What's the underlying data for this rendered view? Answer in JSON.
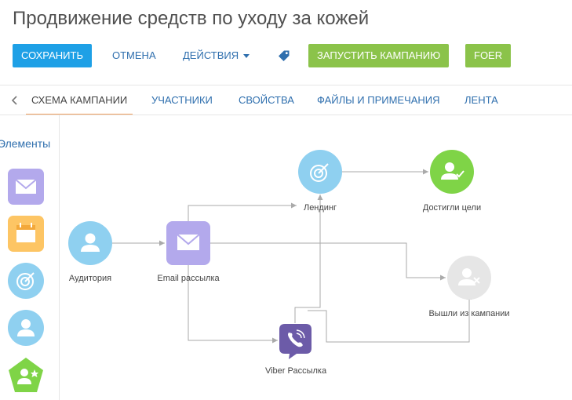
{
  "header": {
    "title": "Продвижение средств по уходу за кожей"
  },
  "toolbar": {
    "save_label": "СОХРАНИТЬ",
    "cancel_label": "ОТМЕНА",
    "actions_label": "ДЕЙСТВИЯ",
    "launch_label": "ЗАПУСТИТЬ КАМПАНИЮ",
    "foer_label": "FOER"
  },
  "tabs": [
    {
      "label": "СХЕМА КАМПАНИИ",
      "active": true
    },
    {
      "label": "УЧАСТНИКИ",
      "active": false
    },
    {
      "label": "СВОЙСТВА",
      "active": false
    },
    {
      "label": "ФАЙЛЫ И ПРИМЕЧАНИЯ",
      "active": false
    },
    {
      "label": "ЛЕНТА",
      "active": false
    }
  ],
  "sidebar": {
    "title": "Элементы",
    "elements": [
      {
        "icon": "envelope-icon",
        "color": "#b3a9ec"
      },
      {
        "icon": "calendar-icon",
        "color": "#fdc564"
      },
      {
        "icon": "target-icon",
        "color": "#8fd0f0"
      },
      {
        "icon": "user-icon",
        "color": "#8fd0f0"
      },
      {
        "icon": "user-star-icon",
        "color": "#7fd447"
      }
    ]
  },
  "diagram": {
    "nodes": [
      {
        "id": "audience",
        "label": "Аудитория",
        "icon": "user-icon",
        "color": "#8fd0f0"
      },
      {
        "id": "email",
        "label": "Email рассылка",
        "icon": "envelope-icon",
        "color": "#b3a9ec"
      },
      {
        "id": "landing",
        "label": "Лендинг",
        "icon": "target-icon",
        "color": "#8fd0f0"
      },
      {
        "id": "goal",
        "label": "Достигли цели",
        "icon": "user-check-icon",
        "color": "#7fd447"
      },
      {
        "id": "exited",
        "label": "Вышли из кампании",
        "icon": "user-remove-icon",
        "color": "#e6e6e6"
      },
      {
        "id": "viber",
        "label": "Viber Рассылка",
        "icon": "viber-icon",
        "color": "#6c5ba8"
      }
    ]
  },
  "colors": {
    "primary": "#1ea0e6",
    "link": "#2f6fae",
    "green": "#8bc34a",
    "tab_underline": "#f0a060"
  }
}
